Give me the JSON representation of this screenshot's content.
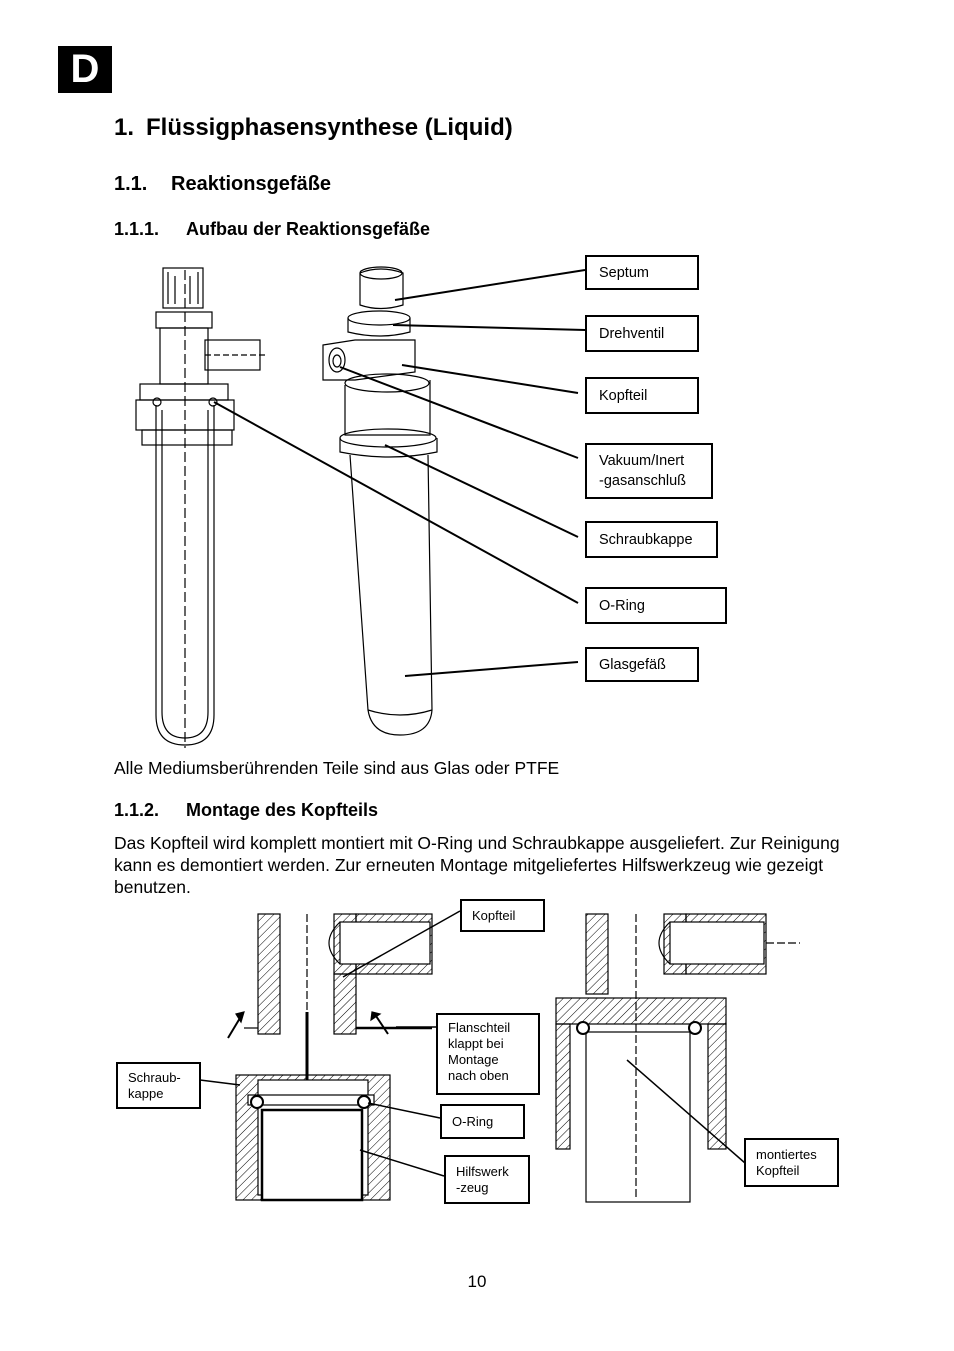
{
  "badge": "D",
  "heading1": {
    "number": "1.",
    "text": "Flüssigphasensynthese (Liquid)"
  },
  "heading2": {
    "number": "1.1.",
    "text": "Reaktionsgefäße"
  },
  "heading3a": {
    "number": "1.1.1.",
    "text": "Aufbau der Reaktionsgefäße"
  },
  "figure1_labels": {
    "septum": "Septum",
    "drehventil": "Drehventil",
    "kopfteil": "Kopfteil",
    "vakuum": "Vakuum/Inert\n-gasanschluß",
    "schraubkappe": "Schraubkappe",
    "oring": "O-Ring",
    "glasgefaess": "Glasgefäß"
  },
  "note": "Alle Mediumsberührenden Teile sind aus Glas oder PTFE",
  "heading3b": {
    "number": "1.1.2.",
    "text": "Montage des Kopfteils"
  },
  "paragraph": "Das Kopfteil wird komplett montiert mit O-Ring und Schraubkappe ausgeliefert. Zur Reinigung kann es demontiert werden. Zur erneuten Montage mitgeliefertes Hilfswerkzeug wie gezeigt benutzen.",
  "figure2_labels": {
    "kopfteil": "Kopfteil",
    "flanschteil": "Flanschteil\nklappt bei\nMontage\nnach oben",
    "schraubkappe": "Schraub-\nkappe",
    "oring": "O-Ring",
    "hilfswerkzeug": "Hilfswerk\n-zeug",
    "montiertes": "montiertes\nKopfteil"
  },
  "page_number": "10"
}
